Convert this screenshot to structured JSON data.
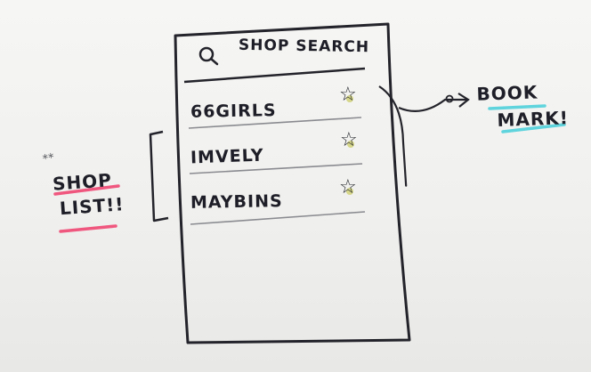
{
  "search": {
    "label": "SHOP SEARCH",
    "icon": "search-icon"
  },
  "shops": [
    {
      "name": "66GIRLS",
      "bookmark_icon": "star-icon"
    },
    {
      "name": "IMVELY",
      "bookmark_icon": "star-icon"
    },
    {
      "name": "MAYBINS",
      "bookmark_icon": "star-icon"
    }
  ],
  "annotations": {
    "shop_list_line1": "SHOP",
    "shop_list_line2": "LIST!!",
    "bookmark_line1": "BOOK",
    "bookmark_line2": "MARK!",
    "deco_stars": "**"
  },
  "colors": {
    "ink": "#1e1e28",
    "pink_marker": "#f0577f",
    "cyan_marker": "#5fd4dd",
    "star_fill": "#d6d78a"
  }
}
